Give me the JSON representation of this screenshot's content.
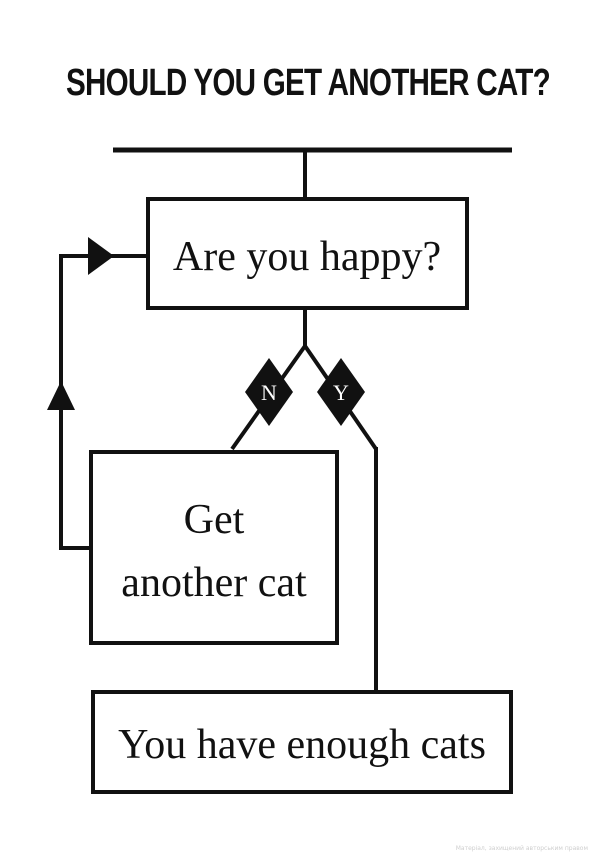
{
  "title": "SHOULD YOU GET ANOTHER CAT?",
  "nodes": {
    "question": "Are you happy?",
    "get_cat_line1": "Get",
    "get_cat_line2": "another cat",
    "enough": "You have enough cats"
  },
  "branches": {
    "no": "N",
    "yes": "Y"
  },
  "watermark": "Матеріал, захищений авторським правом",
  "colors": {
    "ink": "#111111",
    "background": "#ffffff"
  }
}
